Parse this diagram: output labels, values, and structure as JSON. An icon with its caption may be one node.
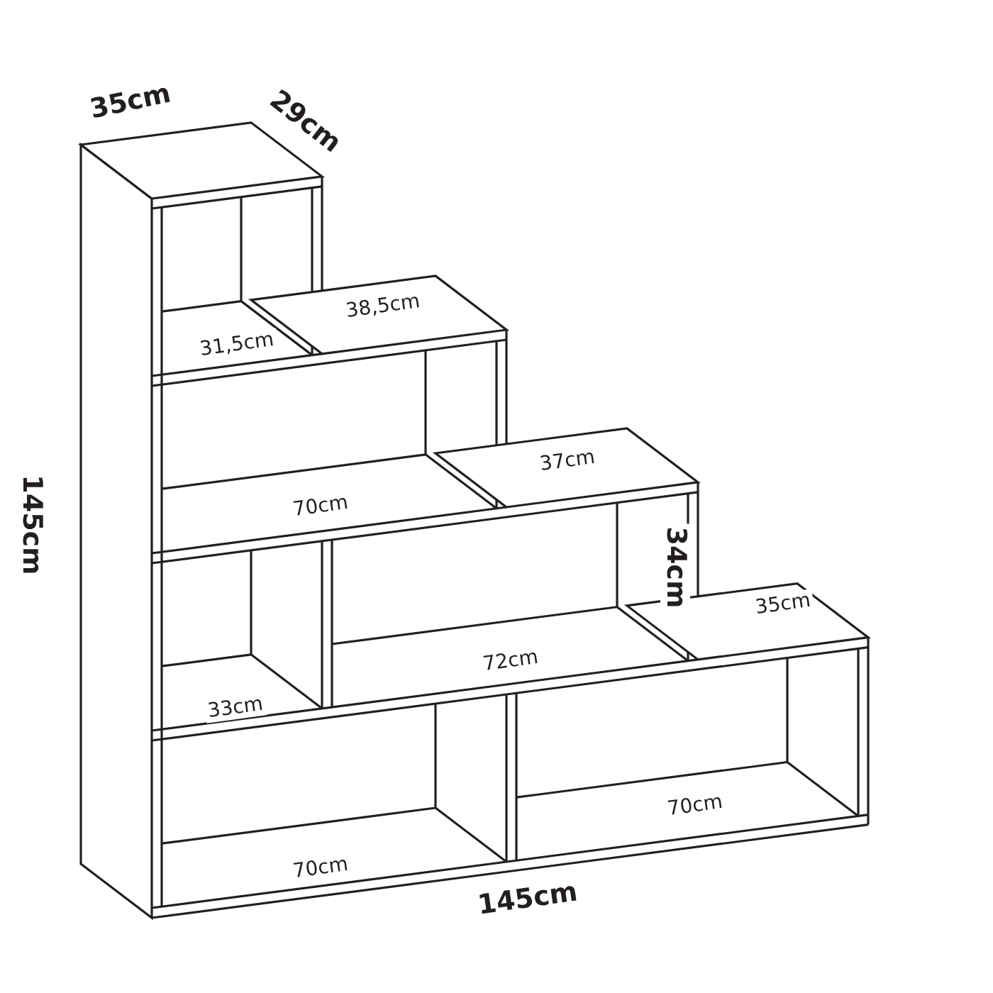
{
  "diagram": {
    "labels": [
      "35cm",
      "29cm",
      "38,5cm",
      "31,5cm",
      "37cm",
      "70cm",
      "145cm",
      "34cm",
      "35cm",
      "72cm",
      "33cm",
      "70cm",
      "70cm",
      "145cm"
    ]
  }
}
